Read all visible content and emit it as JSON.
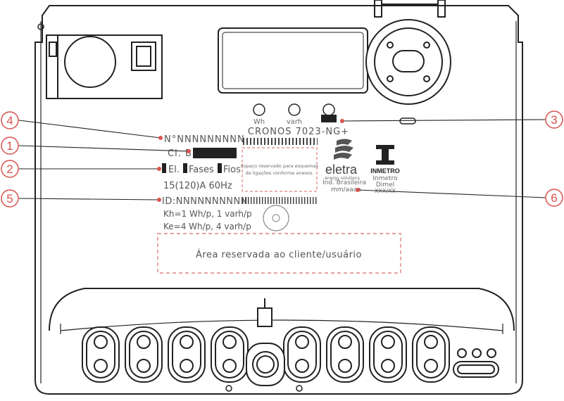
{
  "meter": {
    "led_labels": [
      "Wh",
      "varh"
    ],
    "model": "CRONOS 7023-NG+",
    "serial": "N°NNNNNNNNN",
    "class_label": "Cl. B",
    "elements_line": {
      "el": "El.",
      "fases": "Fases",
      "fios": "Fios"
    },
    "rating": "15(120)A 60Hz",
    "id": "ID:NNNNNNNNNN",
    "kh": "Kh=1 Wh/p, 1 varh/p",
    "ke": "Ke=4 Wh/p, 4 varh/p",
    "wiring_box": [
      "Espaço reservado para esquemas",
      "de ligações conforme anexos."
    ],
    "brand": {
      "name": "eletra",
      "tagline": "energy solutions",
      "origin": "Ind. Brasileira",
      "date": "mm/aaaa"
    },
    "inmetro": {
      "word": "INMETRO",
      "lines": [
        "Inmetro",
        "Dimel",
        "XXX/XX"
      ]
    },
    "client_area": "Área reservada ao cliente/usuário"
  },
  "callouts": [
    "4",
    "1",
    "2",
    "5",
    "3",
    "6"
  ],
  "colors": {
    "callout": "#d9534f",
    "line": "#222222",
    "dashed": "#e08080"
  }
}
